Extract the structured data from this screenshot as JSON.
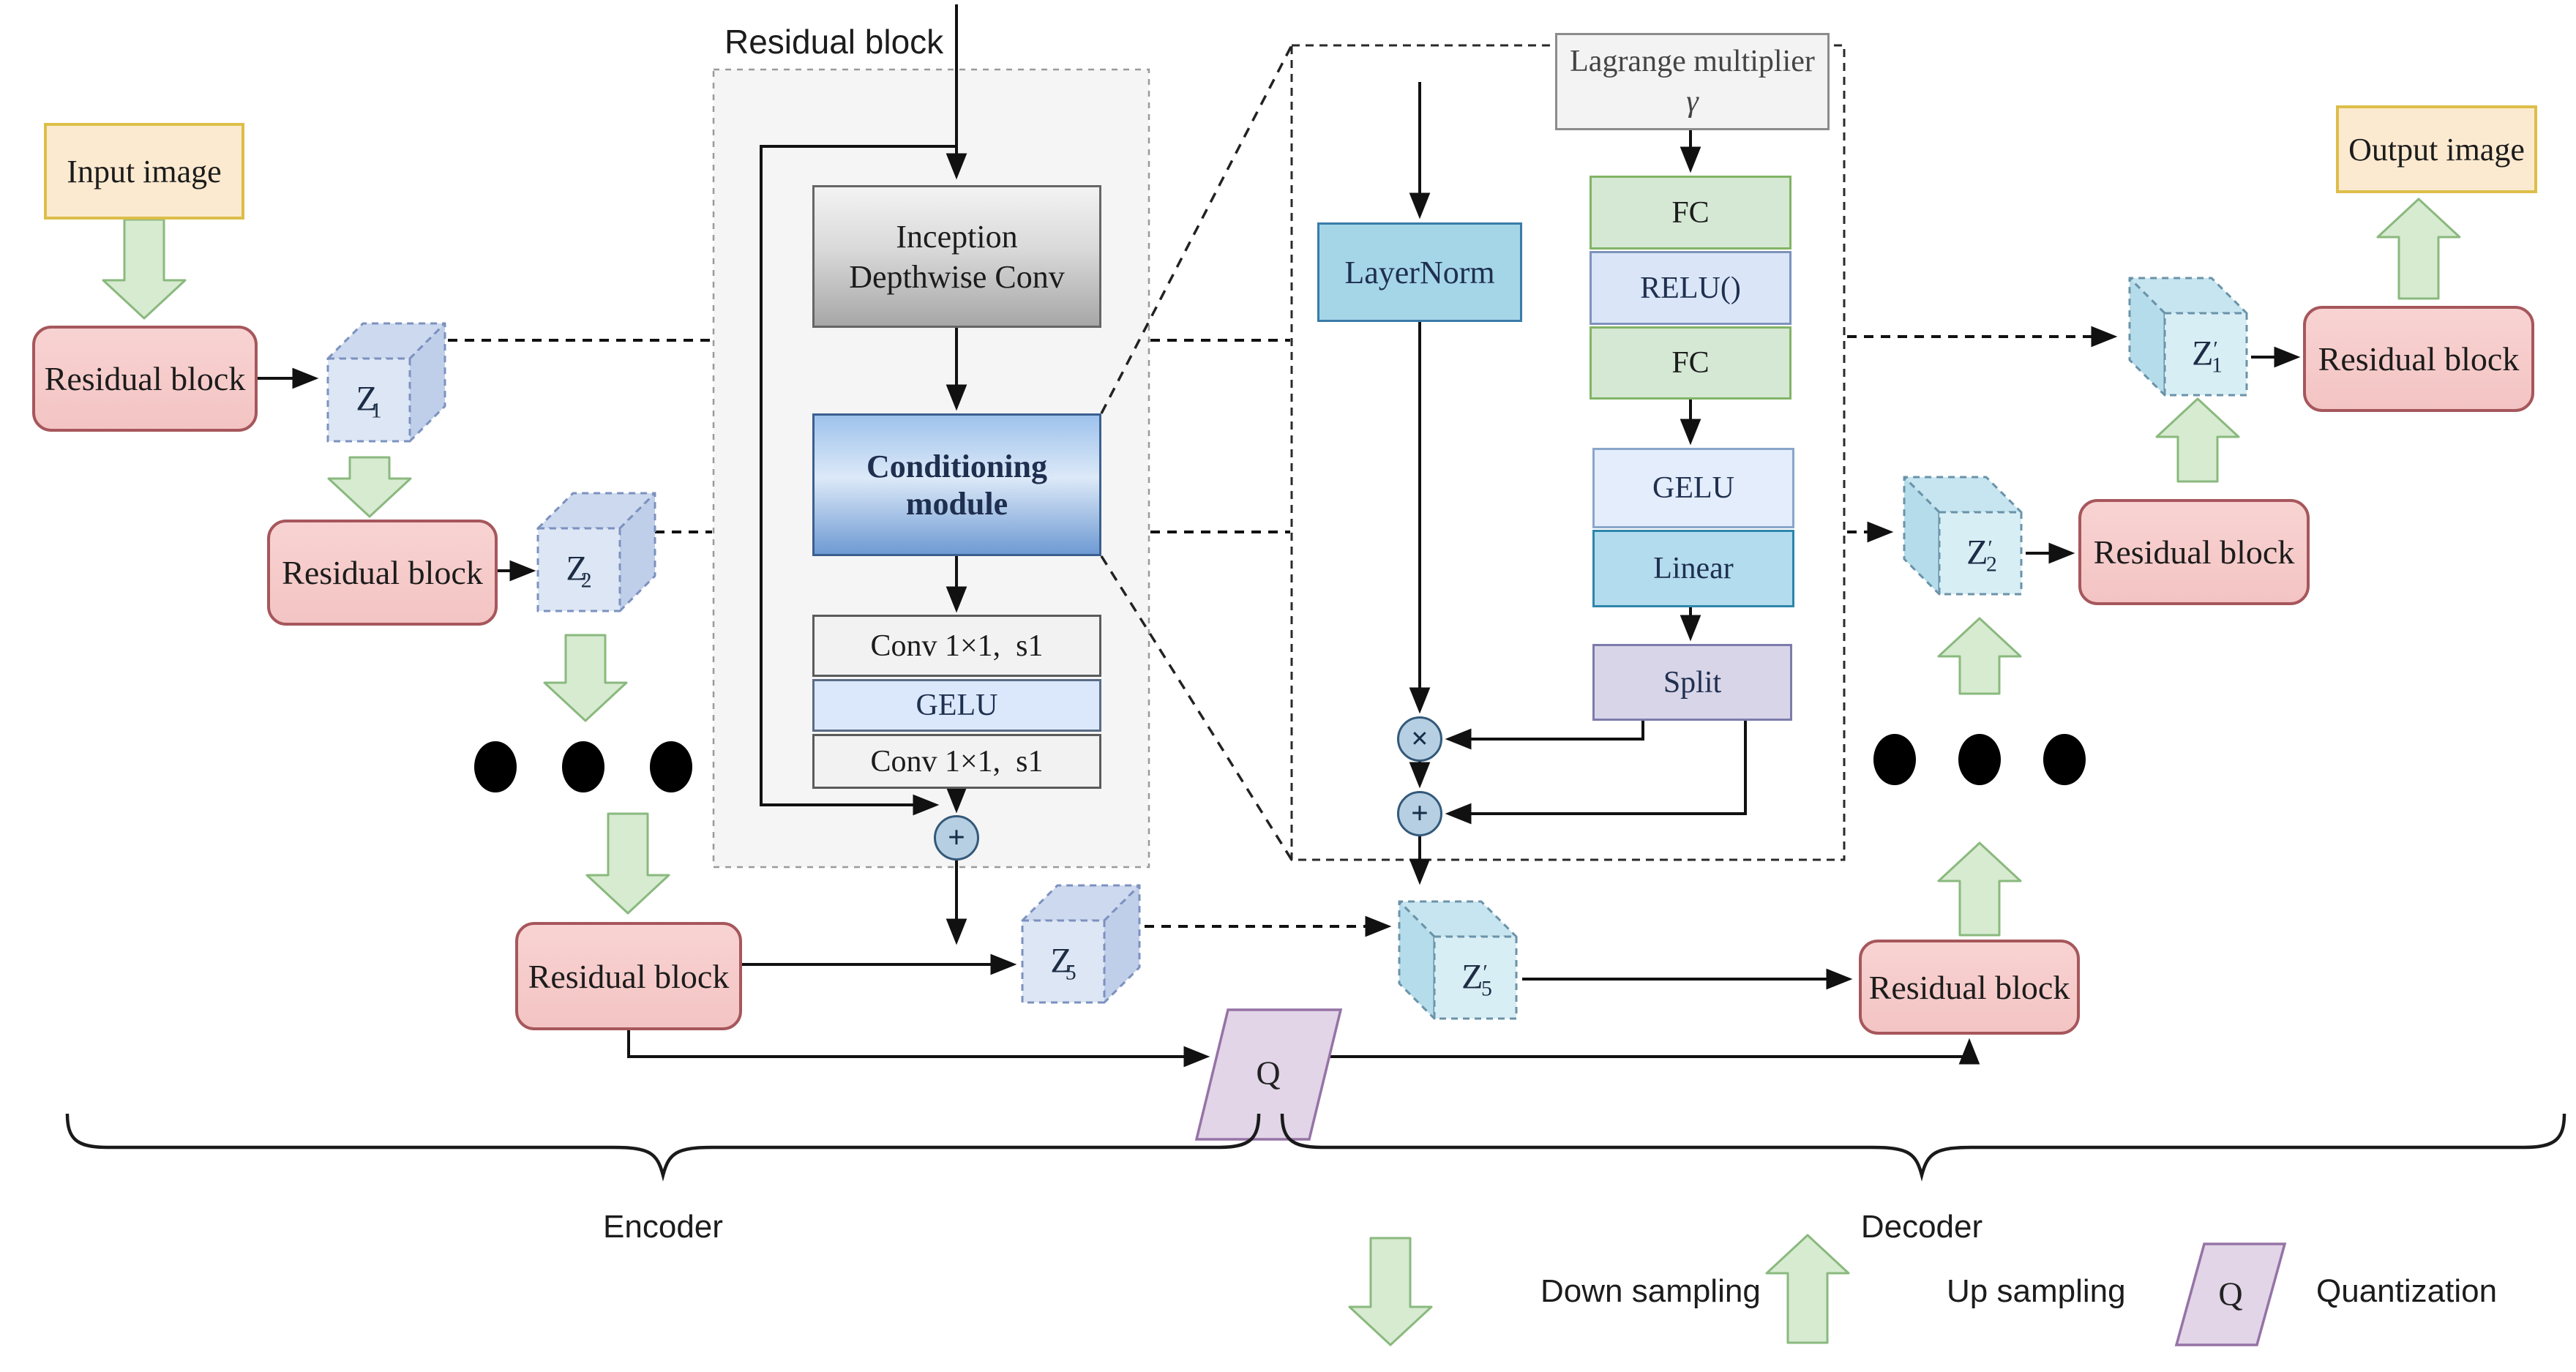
{
  "labels": {
    "input_image": "Input image",
    "output_image": "Output image",
    "residual_block": "Residual block",
    "residual_block_title": "Residual block",
    "inception": "Inception Depthwise Conv",
    "conditioning": "Conditioning module",
    "conv_1x1": "Conv 1×1,  s1",
    "gelu": "GELU",
    "layernorm": "LayerNorm",
    "lagrange_line1": "Lagrange multiplier",
    "lagrange_line2": "γ",
    "fc": "FC",
    "relu": "RELU()",
    "linear": "Linear",
    "split": "Split",
    "plus": "+",
    "times": "×",
    "q": "Q",
    "encoder": "Encoder",
    "decoder": "Decoder"
  },
  "legend": {
    "down": "Down sampling",
    "up": "Up sampling",
    "quantization": "Quantization"
  },
  "cubes": {
    "z1": {
      "base": "Z",
      "prime": "",
      "sub": "1"
    },
    "z2": {
      "base": "Z",
      "prime": "",
      "sub": "2"
    },
    "z5": {
      "base": "Z",
      "prime": "",
      "sub": "5"
    },
    "z1p": {
      "base": "Z",
      "prime": "′",
      "sub": "1"
    },
    "z2p": {
      "base": "Z",
      "prime": "′",
      "sub": "2"
    },
    "z5p": {
      "base": "Z",
      "prime": "′",
      "sub": "5"
    }
  },
  "colors": {
    "residual_pink": "#f6cdcc",
    "sampling_green": "#d7ebd1",
    "conditioning_blue": "#9ec2ec",
    "quantization_purple": "#e1d5e7",
    "io_orange": "#fcead0",
    "encoder_cube_blue": "#dce6f4",
    "decoder_cube_cyan": "#d8eef5"
  }
}
